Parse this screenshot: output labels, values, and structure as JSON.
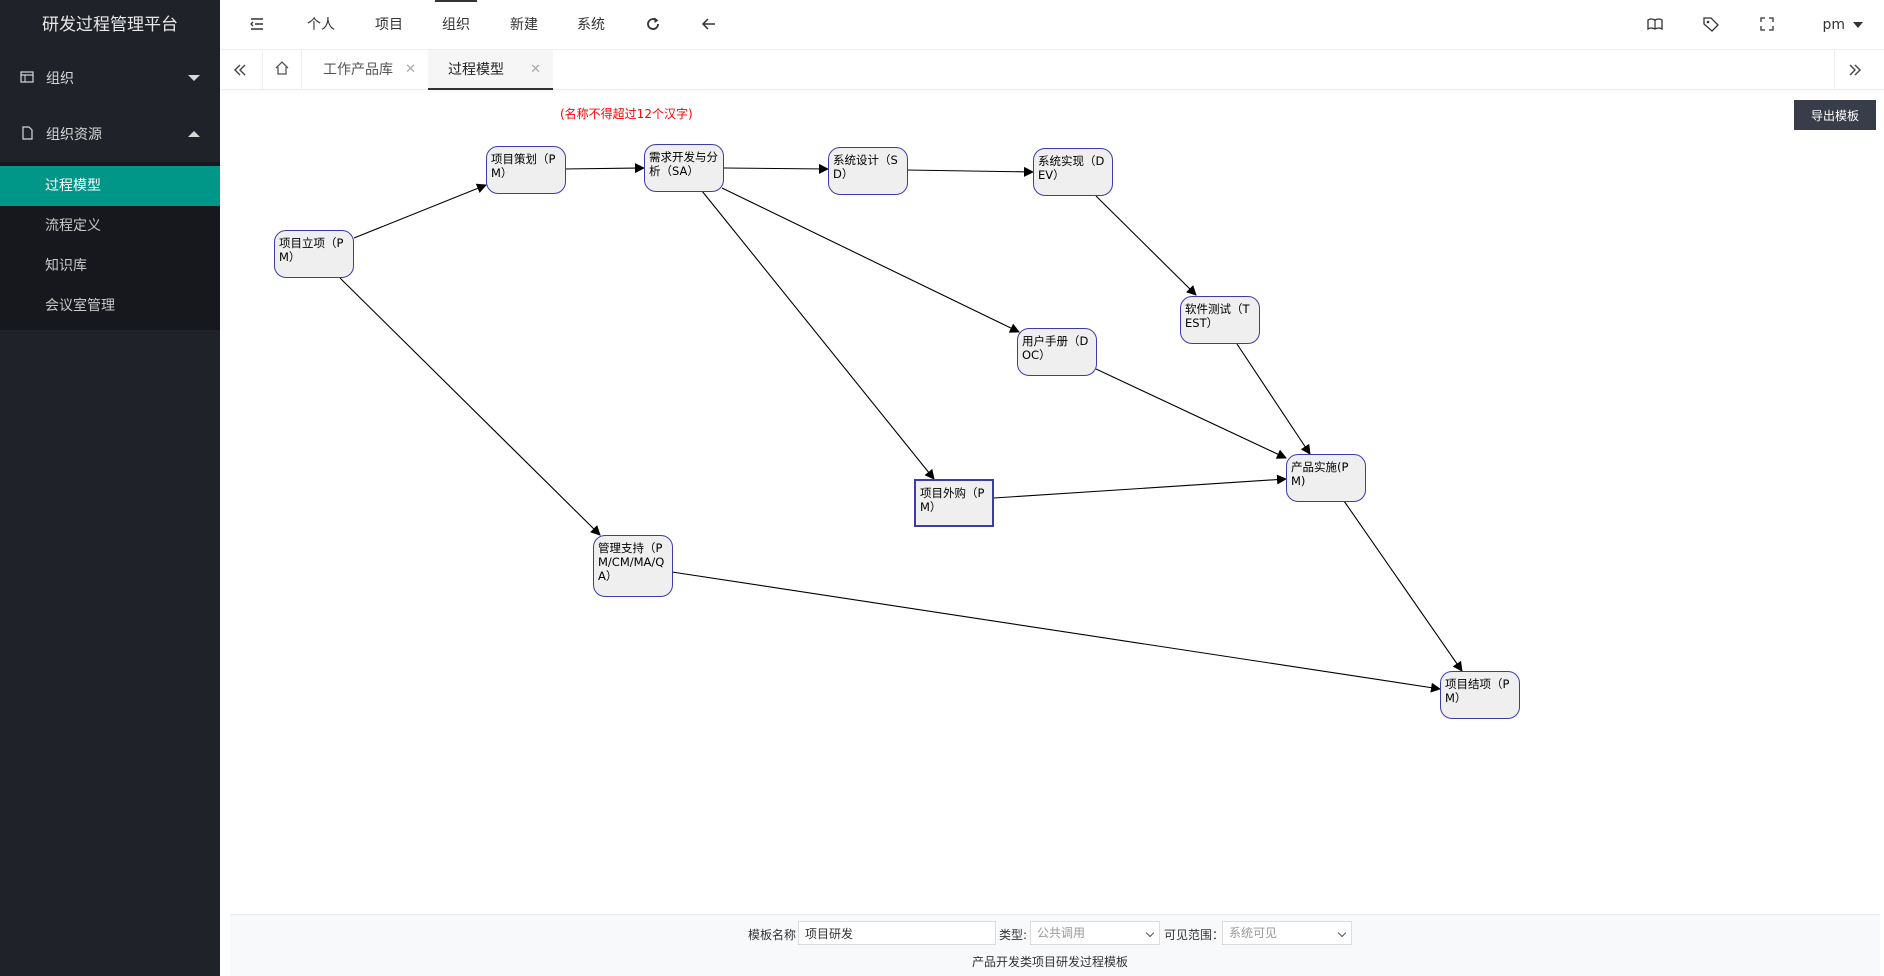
{
  "app": {
    "title": "研发过程管理平台"
  },
  "sidebar": {
    "groups": [
      {
        "label": "组织",
        "expanded": false
      },
      {
        "label": "组织资源",
        "expanded": true
      }
    ],
    "items": [
      {
        "label": "过程模型",
        "active": true
      },
      {
        "label": "流程定义"
      },
      {
        "label": "知识库"
      },
      {
        "label": "会议室管理"
      }
    ]
  },
  "header": {
    "menu": [
      "个人",
      "项目",
      "组织",
      "新建",
      "系统"
    ],
    "active_menu": "组织",
    "user": "pm"
  },
  "tabs": [
    {
      "label": "工作产品库"
    },
    {
      "label": "过程模型",
      "active": true
    }
  ],
  "editor": {
    "hint": "(名称不得超过12个汉字)",
    "export_label": "导出模板",
    "nodes": [
      {
        "id": "n1",
        "label": "项目立项（PM）"
      },
      {
        "id": "n2",
        "label": "项目策划（PM）"
      },
      {
        "id": "n3",
        "label": "需求开发与分析（SA）"
      },
      {
        "id": "n4",
        "label": "系统设计（SD）"
      },
      {
        "id": "n5",
        "label": "系统实现（DEV）"
      },
      {
        "id": "n6",
        "label": "软件测试（TEST）"
      },
      {
        "id": "n7",
        "label": "用户手册（DOC）"
      },
      {
        "id": "n8",
        "label": "项目外购（PM）"
      },
      {
        "id": "n9",
        "label": "产品实施(PM)"
      },
      {
        "id": "n10",
        "label": "管理支持（PM/CM/MA/QA）"
      },
      {
        "id": "n11",
        "label": "项目结项（PM）"
      }
    ]
  },
  "form": {
    "name_label": "模板名称",
    "name_value": "项目研发",
    "type_label": "类型:",
    "type_value": "公共调用",
    "scope_label": "可见范围：",
    "scope_value": "系统可见",
    "description": "产品开发类项目研发过程模板"
  },
  "colors": {
    "accent": "#009688",
    "sidebar": "#20222a",
    "node_border": "#3c3ca8",
    "hint": "#ff0000"
  }
}
